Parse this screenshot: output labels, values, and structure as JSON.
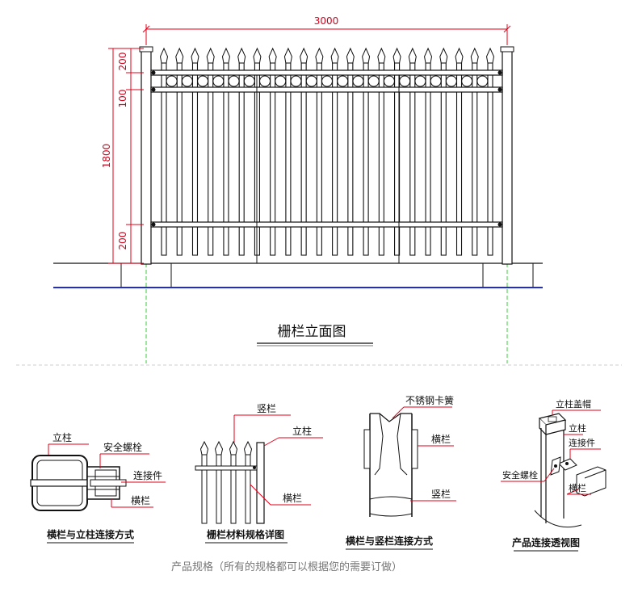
{
  "elevation": {
    "dims": {
      "width": "3000",
      "height_total": "1800",
      "top_spike": "200",
      "rail_gap": "100",
      "bottom_gap": "200"
    },
    "title": "栅栏立面图"
  },
  "details": [
    {
      "caption": "横栏与立柱连接方式",
      "labels": {
        "post": "立柱",
        "bolt": "安全螺栓",
        "connector": "连接件",
        "rail": "横栏"
      }
    },
    {
      "caption": "栅栏材料规格详图",
      "labels": {
        "picket": "竖栏",
        "post": "立柱",
        "rail": "横栏"
      }
    },
    {
      "caption": "横栏与竖栏连接方式",
      "labels": {
        "clip": "不锈钢卡簧",
        "rail": "横栏",
        "picket": "竖栏"
      }
    },
    {
      "caption": "产品连接透视图",
      "labels": {
        "cap": "立柱盖帽",
        "post": "立柱",
        "connector": "连接件",
        "bolt": "安全螺栓",
        "rail": "横栏"
      }
    }
  ],
  "footer": {
    "note": "产品规格（所有的规格都可以根据您的需要订做）"
  },
  "colors": {
    "dimension": "#e0001a",
    "ground_line": "#1f2bd6",
    "guide": "#3cc83c",
    "ink": "#111111"
  }
}
